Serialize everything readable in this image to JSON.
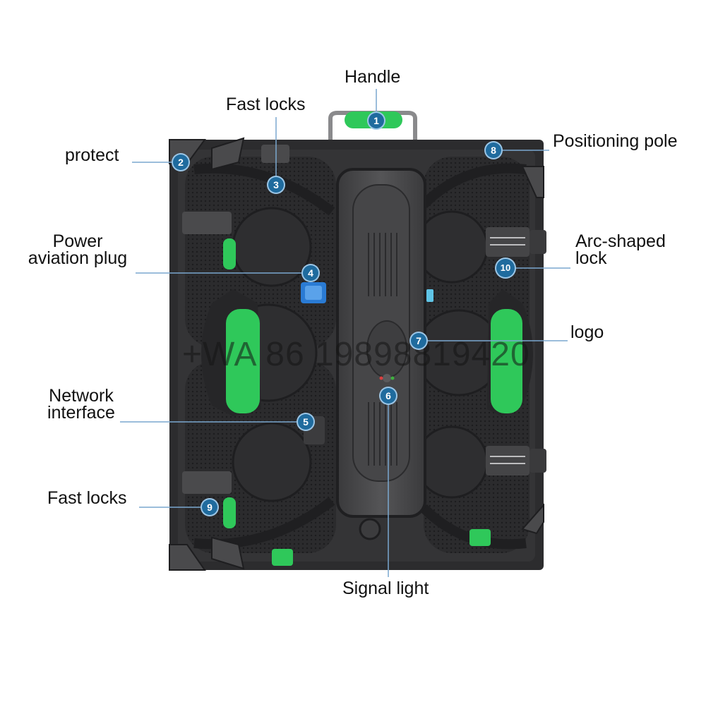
{
  "colors": {
    "accent_green": "#2fc85a",
    "badge_blue": "#1f6b9e",
    "leader_line": "#7aa7cf",
    "panel_dark": "#2a2a2c",
    "panel_mid": "#3c3c3e"
  },
  "labels": {
    "handle": "Handle",
    "fast_locks_top": "Fast locks",
    "protect": "protect",
    "positioning_pole": "Positioning pole",
    "power_plug_line1": "Power",
    "power_plug_line2": "aviation plug",
    "arc_lock_line1": "Arc-shaped",
    "arc_lock_line2": "lock",
    "logo": "logo",
    "network_line1": "Network",
    "network_line2": "interface",
    "fast_locks_bottom": "Fast locks",
    "signal_light": "Signal light"
  },
  "badges": [
    "1",
    "2",
    "3",
    "4",
    "5",
    "6",
    "7",
    "8",
    "9",
    "10"
  ],
  "watermark": "+WA 86 19898819420"
}
